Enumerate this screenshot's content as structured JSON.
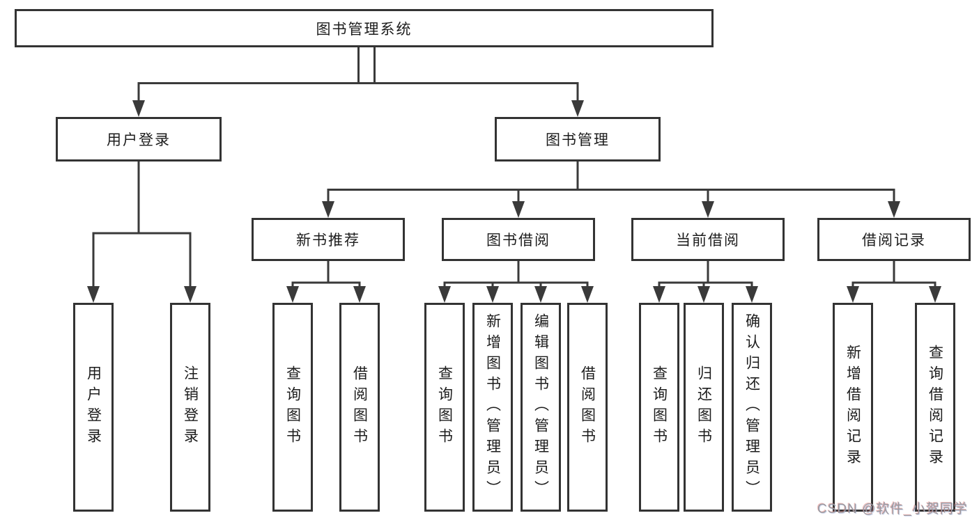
{
  "diagram": {
    "title_node": "图书管理系统",
    "level2": {
      "user_login": "用户登录",
      "book_management": "图书管理"
    },
    "level3": {
      "new_book_recommend": "新书推荐",
      "book_borrow": "图书借阅",
      "current_borrow": "当前借阅",
      "borrow_record": "借阅记录"
    },
    "leaves": {
      "user_login": [
        "用户登录",
        "注销登录"
      ],
      "new_book_recommend": [
        "查询图书",
        "借阅图书"
      ],
      "book_borrow": [
        "查询图书",
        "新增图书（管理员）",
        "编辑图书（管理员）",
        "借阅图书"
      ],
      "current_borrow": [
        "查询图书",
        "归还图书",
        "确认归还（管理员）"
      ],
      "borrow_record": [
        "新增借阅记录",
        "查询借阅记录"
      ]
    }
  },
  "watermark": "CSDN @软件_小贺同学",
  "colors": {
    "line": "#3a3a3a",
    "border": "#333333",
    "background": "#ffffff",
    "text": "#1c1c1c",
    "watermark": "#9a9aa0"
  }
}
